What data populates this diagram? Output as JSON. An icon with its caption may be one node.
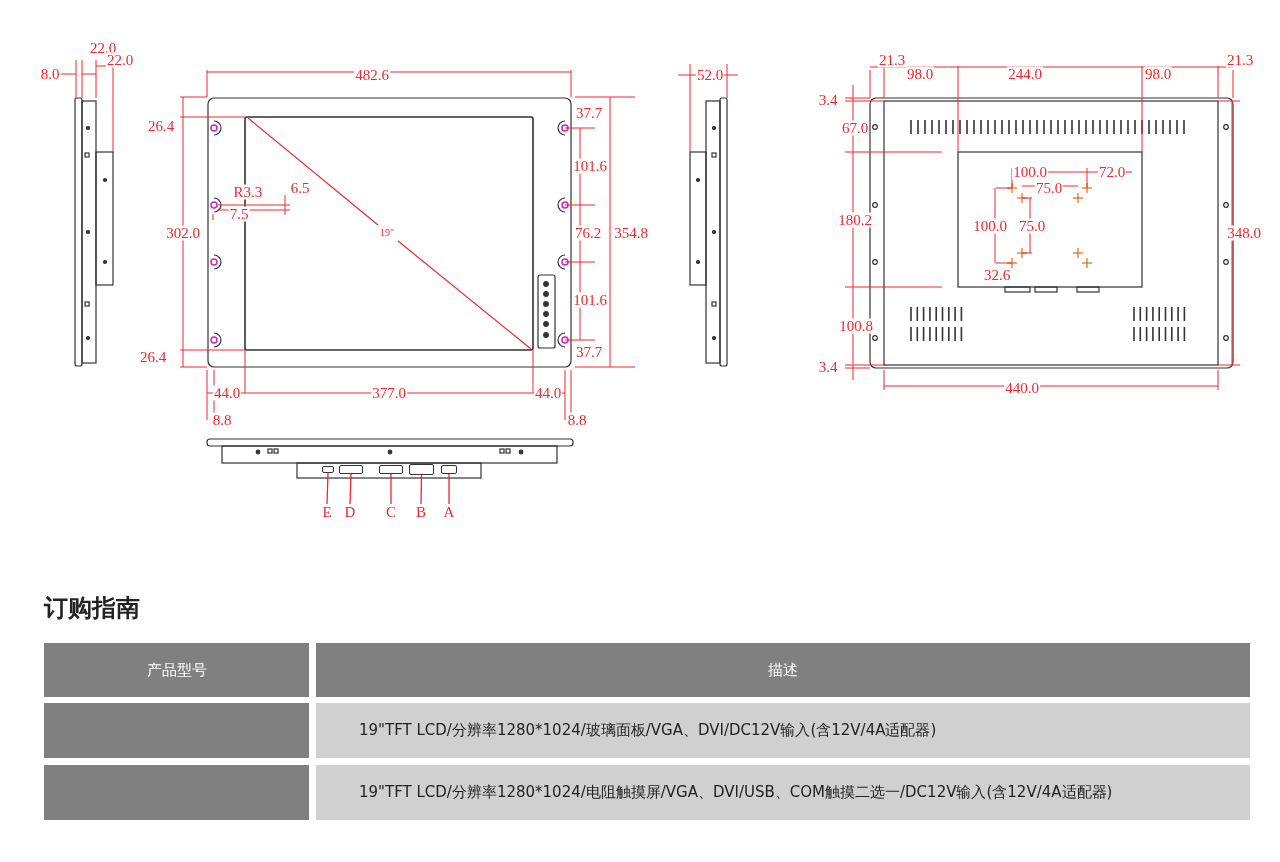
{
  "diagram": {
    "title": "订购指南",
    "nodes": [
      {
        "text": [
          "E"
        ]
      },
      {
        "text": [
          "D"
        ]
      },
      {
        "text": [
          "C"
        ]
      },
      {
        "text": [
          "B"
        ]
      },
      {
        "text": [
          "A"
        ]
      },
      {
        "text": [],
        "shape": "box"
      },
      {
        "text": [],
        "shape": "box"
      },
      {
        "text": [],
        "shape": "box"
      },
      {
        "text": [],
        "shape": "box"
      },
      {
        "text": [],
        "shape": "box"
      }
    ],
    "edges": [
      {
        "from": 0,
        "to": 5,
        "arrow": "none"
      },
      {
        "from": 1,
        "to": 6,
        "arrow": "none"
      },
      {
        "from": 2,
        "to": 7,
        "arrow": "none"
      },
      {
        "from": 3,
        "to": 8,
        "arrow": "none"
      },
      {
        "from": 4,
        "to": 9,
        "arrow": "none"
      }
    ],
    "labels": [
      "22.0",
      "8.0",
      "22.0",
      "482.6",
      "52.0",
      "21.3",
      "98.0",
      "244.0",
      "98.0",
      "21.3",
      "37.7",
      "3.4",
      "26.4",
      "67.0",
      "101.6",
      "R3.3",
      "6.5",
      "100.0",
      "72.0",
      "75.0",
      "7.5",
      "180.2",
      "100.0",
      "75.0",
      "302.0",
      "76.2",
      "354.8",
      "348.0",
      "19\"",
      "101.6",
      "32.6",
      "100.8",
      "26.4",
      "37.7",
      "3.4",
      "44.0",
      "377.0",
      "44.0",
      "440.0",
      "8.8",
      "8.8",
      "产品型号",
      "描述",
      "19\"TFT LCD/分辨率1280*1024/玻璃面板/VGA、DVI/DC12V输入(含12V/4A适配器)",
      "19\"TFT LCD/分辨率1280*1024/电阻触摸屏/VGA、DVI/USB、COM触摸二选一/DC12V输入(含12V/4A适配器)"
    ]
  }
}
